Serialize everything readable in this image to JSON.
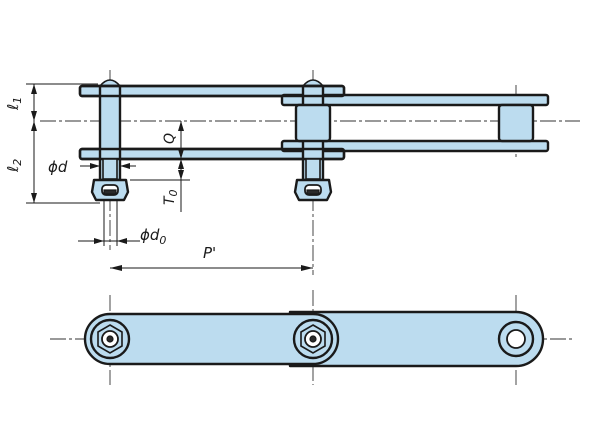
{
  "labels": {
    "l1_main": "ℓ",
    "l1_sub": "1",
    "l2_main": "ℓ",
    "l2_sub": "2",
    "phi_d": "ϕd",
    "q": "Q",
    "t0_main": "T",
    "t0_sub": "0",
    "phi_d0_main": "ϕd",
    "phi_d0_sub": "0",
    "pitch": "P'"
  },
  "colors": {
    "part_fill": "#bcdcef",
    "outline": "#1a1a1a",
    "background": "#ffffff"
  }
}
